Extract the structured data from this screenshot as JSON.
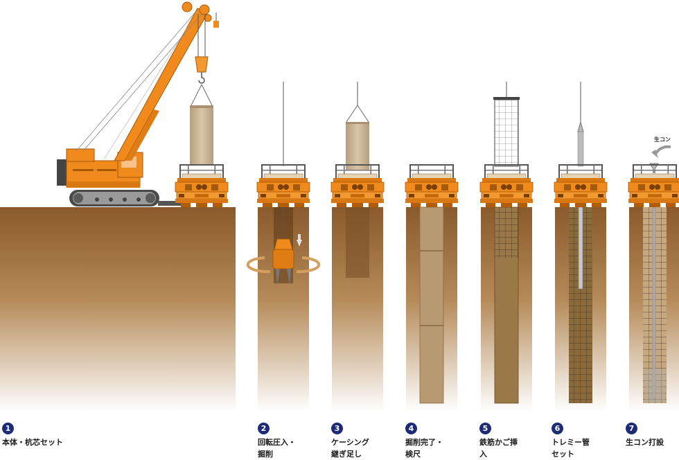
{
  "steps": [
    {
      "num": "1",
      "label": "本体・杭芯セット"
    },
    {
      "num": "2",
      "label": "回転圧入・\n掘削"
    },
    {
      "num": "3",
      "label": "ケーシング\n継ぎ足し"
    },
    {
      "num": "4",
      "label": "掘削完了・\n検尺"
    },
    {
      "num": "5",
      "label": "鉄筋かご挿\n入"
    },
    {
      "num": "6",
      "label": "トレミー管\nセット"
    },
    {
      "num": "7",
      "label": "生コン打設"
    }
  ],
  "callout": {
    "nama_con": "生コン"
  },
  "colors": {
    "machine_orange": "#f08a1c",
    "ground_brown": "#8a5a2c",
    "casing_tan": "#c9b394",
    "badge_navy": "#1c2a78",
    "rebar_dark": "#3a2a1a"
  }
}
